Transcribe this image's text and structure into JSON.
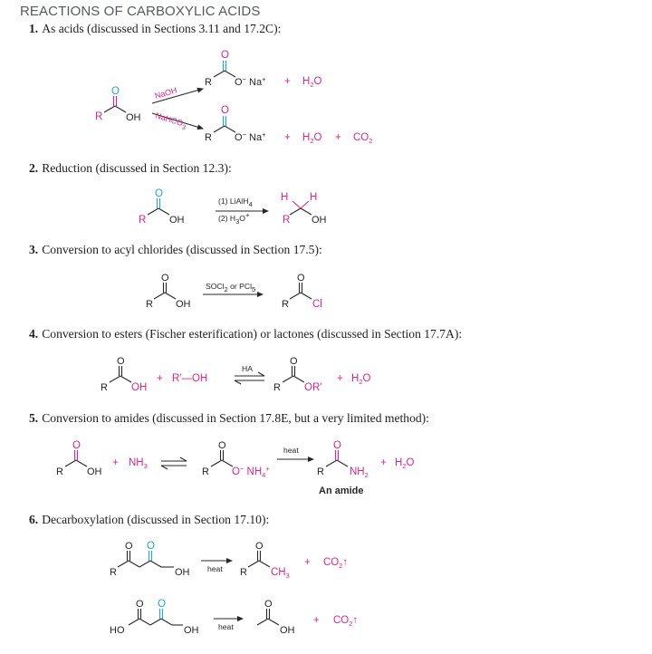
{
  "title": "REACTIONS OF CARBOXYLIC ACIDS",
  "sections": [
    {
      "num": "1.",
      "text": "As acids (discussed in Sections 3.11 and 17.2C):"
    },
    {
      "num": "2.",
      "text": "Reduction (discussed in Section 12.3):"
    },
    {
      "num": "3.",
      "text": "Conversion to acyl chlorides (discussed in Section 17.5):"
    },
    {
      "num": "4.",
      "text": "Conversion to esters (Fischer esterification) or lactones (discussed in Section 17.7A):"
    },
    {
      "num": "5.",
      "text": "Conversion to amides (discussed in Section 17.8E, but a very limited method):"
    },
    {
      "num": "6.",
      "text": "Decarboxylation (discussed in Section 17.10):"
    }
  ],
  "labels": {
    "O": "O",
    "R": "R",
    "OH": "OH",
    "H": "H",
    "Cl": "Cl",
    "HO": "HO",
    "Na": "Na",
    "plus_sup": "+",
    "minus_sup": "−",
    "plus": "+",
    "H2O_H": "H",
    "H2O_O": "O",
    "two": "2",
    "three": "3",
    "four": "4",
    "five": "5",
    "CO2_C": "CO",
    "up_arrow": "↑",
    "NaOH": "NaOH",
    "NaHCO": "NaHCO",
    "LiAlH": "(1) LiAlH",
    "H3O": "(2) H",
    "H3O_O": "O",
    "SOCl": "SOCl",
    "or_PCl": " or PCl",
    "HA": "HA",
    "R_prime_OH": "R′—OH",
    "OR_prime": "OR′",
    "NH": "NH",
    "heat": "heat",
    "amide_caption": "An amide",
    "CH": "CH"
  }
}
